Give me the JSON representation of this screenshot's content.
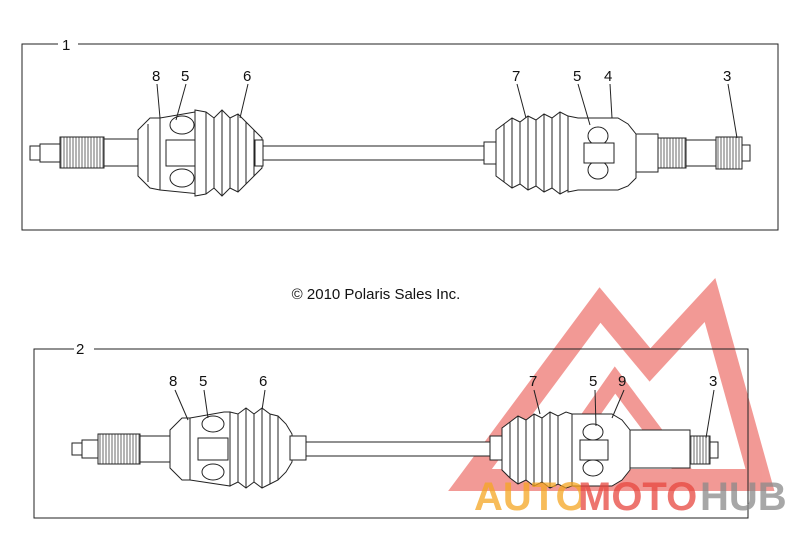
{
  "copyright": "© 2010 Polaris Sales Inc.",
  "assembly_1": {
    "label": "1",
    "callouts": [
      "8",
      "5",
      "6",
      "7",
      "5",
      "4",
      "3"
    ]
  },
  "assembly_2": {
    "label": "2",
    "callouts": [
      "8",
      "5",
      "6",
      "7",
      "5",
      "9",
      "3"
    ]
  },
  "watermark": {
    "part1": "AUTO",
    "part2": "MOTO",
    "part3": "HUB",
    "color_orange": "#f5a623",
    "color_red": "#e8473f",
    "color_grey": "#8a8a8a"
  }
}
